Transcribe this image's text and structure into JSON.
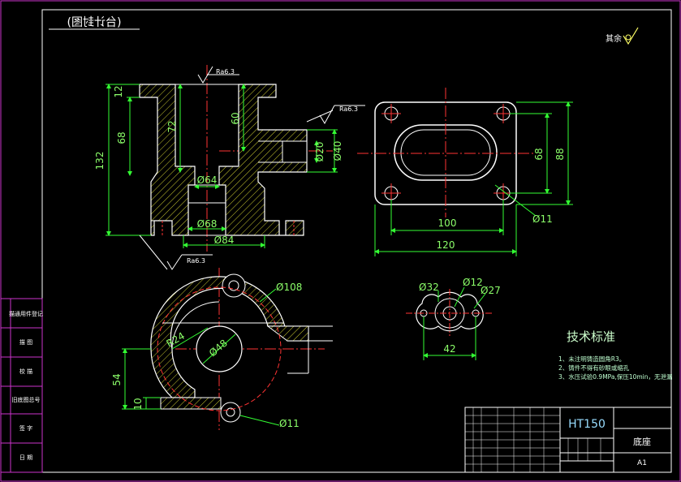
{
  "stamp_title": "(台计封图)",
  "surface_other": "其余",
  "roughness": [
    "Ra6.3",
    "Ra6.3",
    "Ra6.3"
  ],
  "dims_front": [
    "12",
    "72",
    "60",
    "68",
    "132",
    "Ø20",
    "Ø40",
    "Ø64",
    "Ø68",
    "Ø84"
  ],
  "dims_top": [
    "68",
    "88",
    "100",
    "120",
    "Ø11"
  ],
  "dims_bottom": [
    "Ø108",
    "R24",
    "Ø48",
    "54",
    "10",
    "Ø11"
  ],
  "dims_gasket": [
    "Ø32",
    "Ø12",
    "Ø27",
    "42"
  ],
  "tech_heading": "技术标准",
  "tech_notes": [
    "1、未注明铸造圆角R3。",
    "2、铸件不得有砂眼或缩孔",
    "3、水压试验0.9MPa,保压10min，无泄漏"
  ],
  "side_labels": [
    "描通用件登记",
    "描 图",
    "校 描",
    "旧底图总号",
    "签 字",
    "日 期"
  ],
  "title_block": {
    "material": "HT150",
    "part_name": "底座",
    "scale_code": "A1"
  },
  "colors": {
    "frame": "#cc33cc",
    "outline": "#ffffff",
    "dimension": "#33ff33",
    "centerline": "#ff3333",
    "hatch": "#cccc33"
  }
}
